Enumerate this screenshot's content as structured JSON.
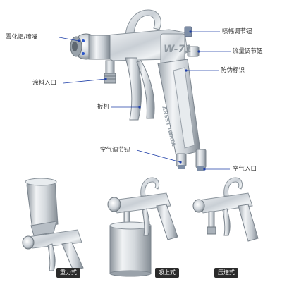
{
  "labels": {
    "fan_knob": "喷幅调节钮",
    "air_cap_nozzle": "雾化帽/喷嘴",
    "flow_knob": "流量调节钮",
    "anti_fake_mark": "防伪标识",
    "paint_inlet": "涂料入口",
    "trigger": "扳机",
    "air_adjust_knob": "空气调节钮",
    "air_inlet": "空气入口"
  },
  "variants": [
    {
      "label": "重力式"
    },
    {
      "label": "吸上式"
    },
    {
      "label": "压送式"
    }
  ],
  "gun_marks": {
    "model": "W-71",
    "brand": "ANEST IWATA"
  },
  "colors": {
    "label_text": "#333333",
    "leader_line": "#1f3fa8",
    "badge_bg": "#2b2b2b",
    "badge_text": "#ffffff",
    "chrome_light": "#f2f4f6",
    "chrome_mid": "#c4cad0",
    "chrome_dark": "#7c858e"
  },
  "icons": [
    "leader-dot-icon",
    "knob-blue-icon",
    "gravity-cup-icon",
    "siphon-cup-icon"
  ]
}
